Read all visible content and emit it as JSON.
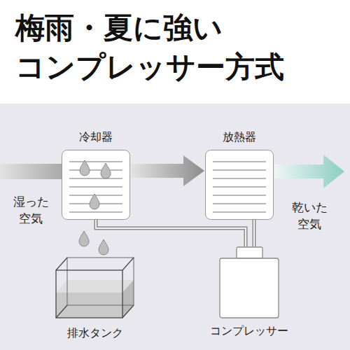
{
  "diagram": {
    "title": "梅雨・夏に強い コンプレッサー方式",
    "nodes": [
      {
        "text": [
          "冷却器"
        ]
      },
      {
        "text": [
          "放熱器"
        ]
      },
      {
        "text": [
          "排水タンク"
        ]
      },
      {
        "text": [
          "コンプレッサー"
        ]
      }
    ],
    "edges": [
      {
        "from": 0,
        "to": 1,
        "arrow": "to"
      },
      {
        "from": 0,
        "to": 3,
        "arrow": "none"
      },
      {
        "from": 1,
        "to": 3,
        "arrow": "none"
      }
    ],
    "labels": [
      "湿った 空気",
      "乾いた 空気"
    ]
  }
}
